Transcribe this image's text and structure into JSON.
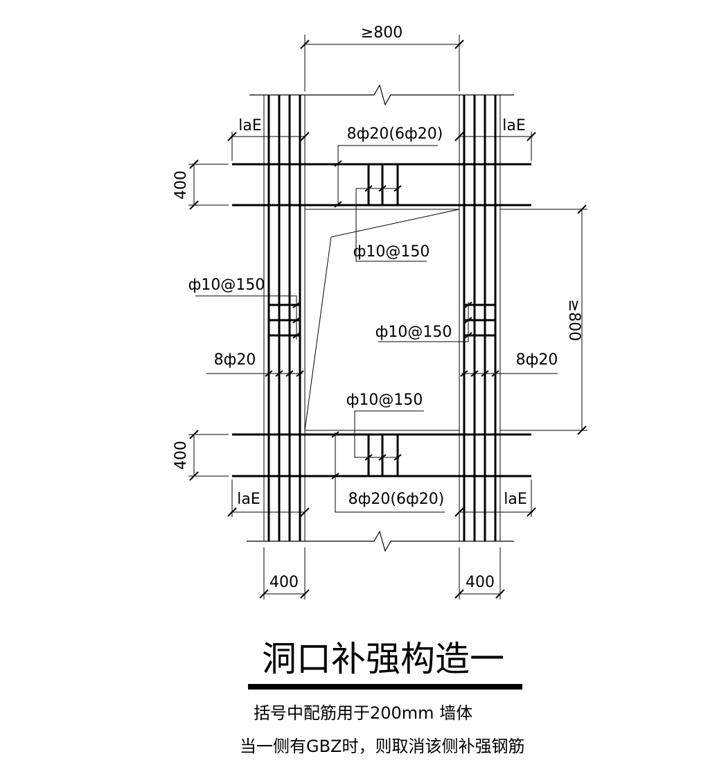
{
  "diagram": {
    "dim_top_width": "≥800",
    "dim_right_height": "≥800",
    "lae_top_left": "laE",
    "lae_top_right": "laE",
    "lae_bottom_left": "laE",
    "lae_bottom_right": "laE",
    "dim_band_top": "400",
    "dim_band_bottom": "400",
    "dim_col_left": "400",
    "dim_col_right": "400",
    "rebar_top": "8ф20(6ф20)",
    "rebar_bottom": "8ф20(6ф20)",
    "stirrup_top": "ф10@150",
    "stirrup_left": "ф10@150",
    "stirrup_right": "ф10@150",
    "stirrup_bottom": "ф10@150",
    "bars_left": "8ф20",
    "bars_right": "8ф20"
  },
  "title": "洞口补强构造一",
  "notes": [
    "括号中配筋用于200mm 墙体",
    "当一侧有GBZ时，则取消该侧补强钢筋"
  ]
}
